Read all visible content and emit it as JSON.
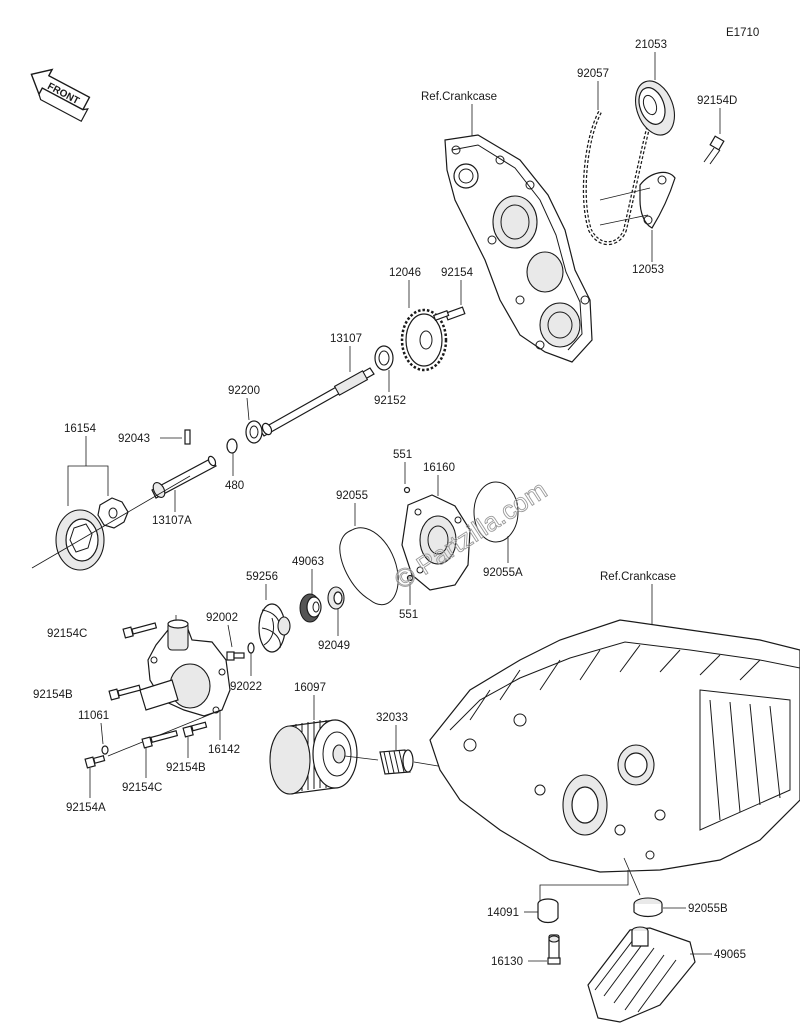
{
  "diagram_code": "E1710",
  "front_badge": "FRONT",
  "watermark": "© Partzilla.com",
  "ref_labels": {
    "crankcase_top": "Ref.Crankcase",
    "crankcase_bottom": "Ref.Crankcase"
  },
  "parts": {
    "p21053": "21053",
    "p92057": "92057",
    "p92154D": "92154D",
    "p12053": "12053",
    "p12046": "12046",
    "p92154": "92154",
    "p13107": "13107",
    "p92152": "92152",
    "p92200": "92200",
    "p16154": "16154",
    "p92043": "92043",
    "p480": "480",
    "p13107A": "13107A",
    "p551_top": "551",
    "p16160": "16160",
    "p92055": "92055",
    "p92055A": "92055A",
    "p551_bottom": "551",
    "p59256": "59256",
    "p49063": "49063",
    "p92049": "92049",
    "p92002": "92002",
    "p92154C_top": "92154C",
    "p92022": "92022",
    "p92154B_left": "92154B",
    "p11061": "11061",
    "p16142": "16142",
    "p92154B_bottom": "92154B",
    "p92154C_bottom": "92154C",
    "p92154A": "92154A",
    "p16097": "16097",
    "p32033": "32033",
    "p92055B": "92055B",
    "p14091": "14091",
    "p16130": "16130",
    "p49065": "49065"
  }
}
